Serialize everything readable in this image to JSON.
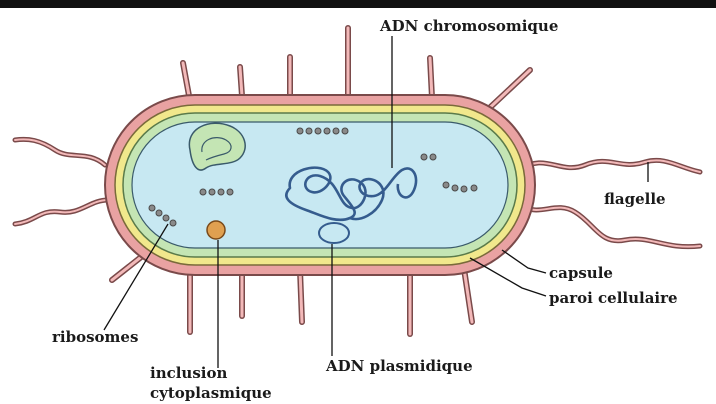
{
  "labels": {
    "adn_chromosomique": "ADN chromosomique",
    "flagelle": "flagelle",
    "capsule": "capsule",
    "paroi_cellulaire": "paroi cellulaire",
    "ribosomes": "ribosomes",
    "inclusion_line1": "inclusion",
    "inclusion_line2": "cytoplasmique",
    "adn_plasmidique": "ADN plasmidique"
  },
  "colors": {
    "capsule": "#e9a2a2",
    "wall": "#f1e88c",
    "membrane": "#c4e5b4",
    "cytoplasm": "#c7e8f2",
    "dna": "#355c8e",
    "ribosome": "#6f6f6f",
    "inclusion": "#e0a050",
    "pili": "#f0b0b0",
    "top_rule": "#111111"
  }
}
